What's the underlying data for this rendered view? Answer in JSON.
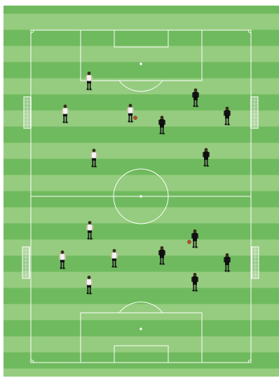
{
  "colors": {
    "stripe_dark": "#6fba5e",
    "stripe_light": "#95cc7f",
    "line": "#ffffff",
    "team_white_shirt": "#f4f4f4",
    "team_white_shorts": "#111111",
    "team_black_shirt": "#111111",
    "team_black_shorts": "#111111",
    "ball": "#b5532a"
  },
  "pitch": {
    "orientation": "vertical",
    "mini_goals": [
      "left-upper",
      "right-upper",
      "left-lower",
      "right-lower"
    ]
  },
  "players": [
    {
      "team": "white",
      "id": "w1"
    },
    {
      "team": "white",
      "id": "w2"
    },
    {
      "team": "white",
      "id": "w3"
    },
    {
      "team": "white",
      "id": "w4"
    },
    {
      "team": "white",
      "id": "w5"
    },
    {
      "team": "white",
      "id": "w6"
    },
    {
      "team": "white",
      "id": "w7"
    },
    {
      "team": "white",
      "id": "w8"
    },
    {
      "team": "black",
      "id": "b1"
    },
    {
      "team": "black",
      "id": "b2"
    },
    {
      "team": "black",
      "id": "b3"
    },
    {
      "team": "black",
      "id": "b4"
    },
    {
      "team": "black",
      "id": "b5"
    },
    {
      "team": "black",
      "id": "b6"
    },
    {
      "team": "black",
      "id": "b7"
    },
    {
      "team": "black",
      "id": "b8"
    }
  ],
  "balls": 2
}
